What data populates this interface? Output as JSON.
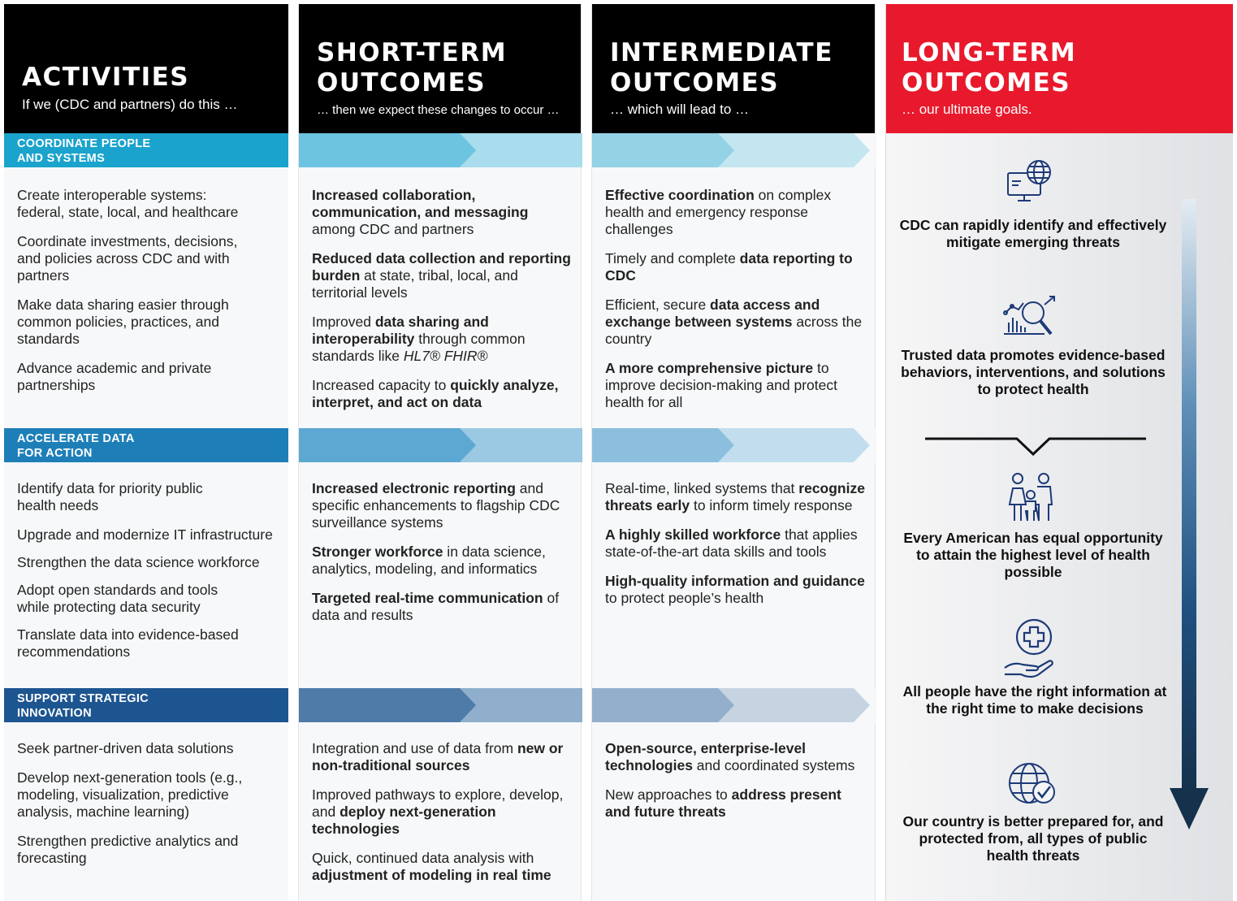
{
  "columns": {
    "activities": {
      "title": "ACTIVITIES",
      "subtitle": "If we (CDC and partners) do this …"
    },
    "short_term": {
      "title_line1": "SHORT-TERM",
      "title_line2": "OUTCOMES",
      "subtitle": "… then we expect these changes to occur …"
    },
    "intermediate": {
      "title_line1": "INTERMEDIATE",
      "title_line2": "OUTCOMES",
      "subtitle": "… which will lead to …"
    },
    "long_term": {
      "title_line1": "LONG-TERM",
      "title_line2": "OUTCOMES",
      "subtitle": "… our ultimate goals."
    }
  },
  "rows": [
    {
      "label_line1": "COORDINATE PEOPLE",
      "label_line2": "AND SYSTEMS",
      "color": "#1aa3cc",
      "activities": [
        "Create interoperable systems: federal, state, local, and healthcare",
        "Coordinate investments, decisions, and policies across CDC and with partners",
        "Make data sharing easier through common policies, practices, and standards",
        "Advance academic and private partnerships"
      ],
      "short_term": [
        [
          {
            "t": "Increased collaboration, communication, and messaging",
            "b": true
          },
          {
            "t": " among CDC and partners",
            "b": false
          }
        ],
        [
          {
            "t": "Reduced data collection and reporting burden",
            "b": true
          },
          {
            "t": " at state, tribal, local, and territorial levels",
            "b": false
          }
        ],
        [
          {
            "t": "Improved ",
            "b": false
          },
          {
            "t": "data sharing and interoperability",
            "b": true
          },
          {
            "t": " through common standards like ",
            "b": false
          },
          {
            "t": "HL7® FHIR®",
            "i": true
          }
        ],
        [
          {
            "t": "Increased capacity to ",
            "b": false
          },
          {
            "t": "quickly analyze, interpret, and act on data",
            "b": true
          }
        ]
      ],
      "intermediate": [
        [
          {
            "t": "Effective coordination",
            "b": true
          },
          {
            "t": " on complex health and emergency response challenges",
            "b": false
          }
        ],
        [
          {
            "t": "Timely and complete ",
            "b": false
          },
          {
            "t": "data reporting to CDC",
            "b": true
          }
        ],
        [
          {
            "t": "Efficient, secure ",
            "b": false
          },
          {
            "t": "data access and exchange between systems",
            "b": true
          },
          {
            "t": " across the country",
            "b": false
          }
        ],
        [
          {
            "t": "A more comprehensive picture",
            "b": true
          },
          {
            "t": " to improve decision-making and protect health for all",
            "b": false
          }
        ]
      ]
    },
    {
      "label_line1": "ACCELERATE DATA",
      "label_line2": "FOR ACTION",
      "color": "#1e7fb8",
      "activities": [
        "Identify data for priority public health needs",
        "Upgrade and modernize IT infrastructure",
        "Strengthen the data science workforce",
        "Adopt open standards and tools while protecting data security",
        "Translate data into evidence-based recommendations"
      ],
      "short_term": [
        [
          {
            "t": "Increased electronic reporting",
            "b": true
          },
          {
            "t": " and specific enhancements to flagship CDC surveillance systems",
            "b": false
          }
        ],
        [
          {
            "t": "Stronger workforce",
            "b": true
          },
          {
            "t": " in data science, analytics, modeling, and informatics",
            "b": false
          }
        ],
        [
          {
            "t": "Targeted real-time communication",
            "b": true
          },
          {
            "t": " of data and results",
            "b": false
          }
        ]
      ],
      "intermediate": [
        [
          {
            "t": "Real-time, linked systems that ",
            "b": false
          },
          {
            "t": "recognize threats early",
            "b": true
          },
          {
            "t": " to inform timely response",
            "b": false
          }
        ],
        [
          {
            "t": "A highly skilled workforce",
            "b": true
          },
          {
            "t": " that applies state-of-the-art data skills and tools",
            "b": false
          }
        ],
        [
          {
            "t": "High-quality information and guidance",
            "b": true
          },
          {
            "t": " to protect people’s health",
            "b": false
          }
        ]
      ]
    },
    {
      "label_line1": "SUPPORT STRATEGIC",
      "label_line2": "INNOVATION",
      "color": "#1d5590",
      "activities": [
        "Seek partner-driven data solutions",
        "Develop next-generation tools (e.g., modeling, visualization, predictive analysis, machine learning)",
        "Strengthen predictive analytics and forecasting"
      ],
      "short_term": [
        [
          {
            "t": "Integration and use of data from ",
            "b": false
          },
          {
            "t": "new or non-traditional sources",
            "b": true
          }
        ],
        [
          {
            "t": "Improved pathways to explore, develop, and ",
            "b": false
          },
          {
            "t": "deploy next-generation technologies",
            "b": true
          }
        ],
        [
          {
            "t": "Quick, continued data analysis with ",
            "b": false
          },
          {
            "t": "adjustment of modeling in real time",
            "b": true
          }
        ]
      ],
      "intermediate": [
        [
          {
            "t": "Open-source, enterprise-level technologies",
            "b": true
          },
          {
            "t": " and coordinated systems",
            "b": false
          }
        ],
        [
          {
            "t": "New approaches to ",
            "b": false
          },
          {
            "t": "address present and future threats",
            "b": true
          }
        ]
      ]
    }
  ],
  "long_term_outcomes": [
    {
      "text": "CDC can rapidly identify and effectively mitigate emerging threats",
      "icon": "computer-globe-icon"
    },
    {
      "text": "Trusted data promotes evidence-based behaviors, interventions, and solutions to protect health",
      "icon": "data-analysis-magnifier-icon"
    },
    {
      "text": "Every American has equal opportunity to attain the highest level of health possible",
      "icon": "family-icon"
    },
    {
      "text": "All people have the right information at the right time to make decisions",
      "icon": "hand-medical-cross-icon"
    },
    {
      "text": "Our country is better prepared for, and protected from, all types of public health threats",
      "icon": "globe-check-icon"
    }
  ],
  "colors": {
    "header_black": "#000000",
    "header_red": "#e8192c",
    "arrow_dark": "#17344f"
  }
}
